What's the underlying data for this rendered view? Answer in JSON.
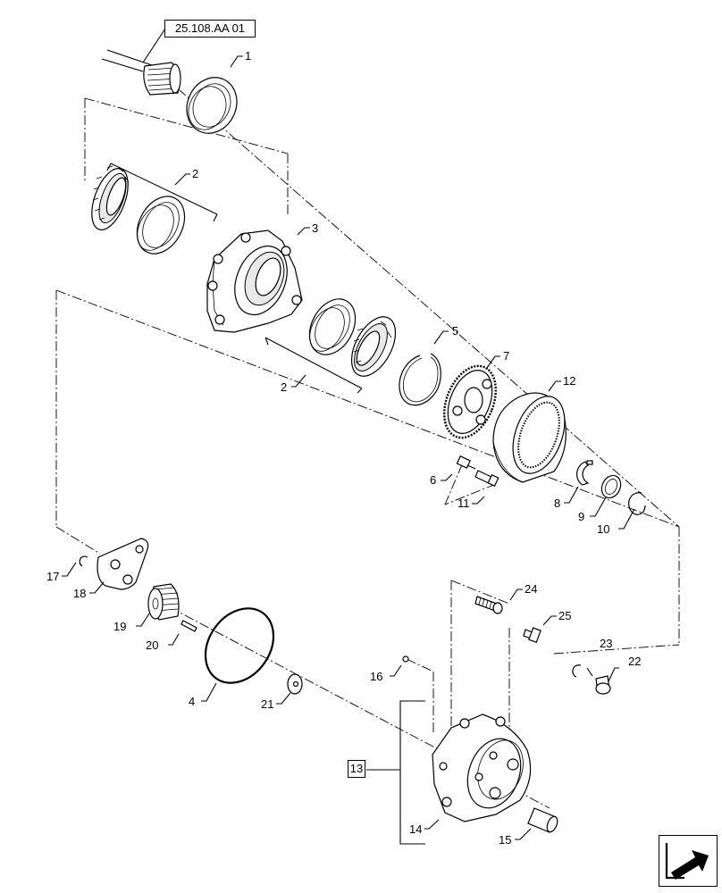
{
  "reference": {
    "label": "25.108.AA 01"
  },
  "assembly_ref": {
    "label": "13"
  },
  "callouts": {
    "c1": "1",
    "c2a": "2",
    "c2b": "2",
    "c3": "3",
    "c4": "4",
    "c5": "5",
    "c6": "6",
    "c7": "7",
    "c8": "8",
    "c9": "9",
    "c10": "10",
    "c11": "11",
    "c12": "12",
    "c14": "14",
    "c15": "15",
    "c16": "16",
    "c17": "17",
    "c18": "18",
    "c19": "19",
    "c20": "20",
    "c21": "21",
    "c22": "22",
    "c23": "23",
    "c24": "24",
    "c25": "25"
  },
  "nav_icon": "next-page-arrow-icon"
}
